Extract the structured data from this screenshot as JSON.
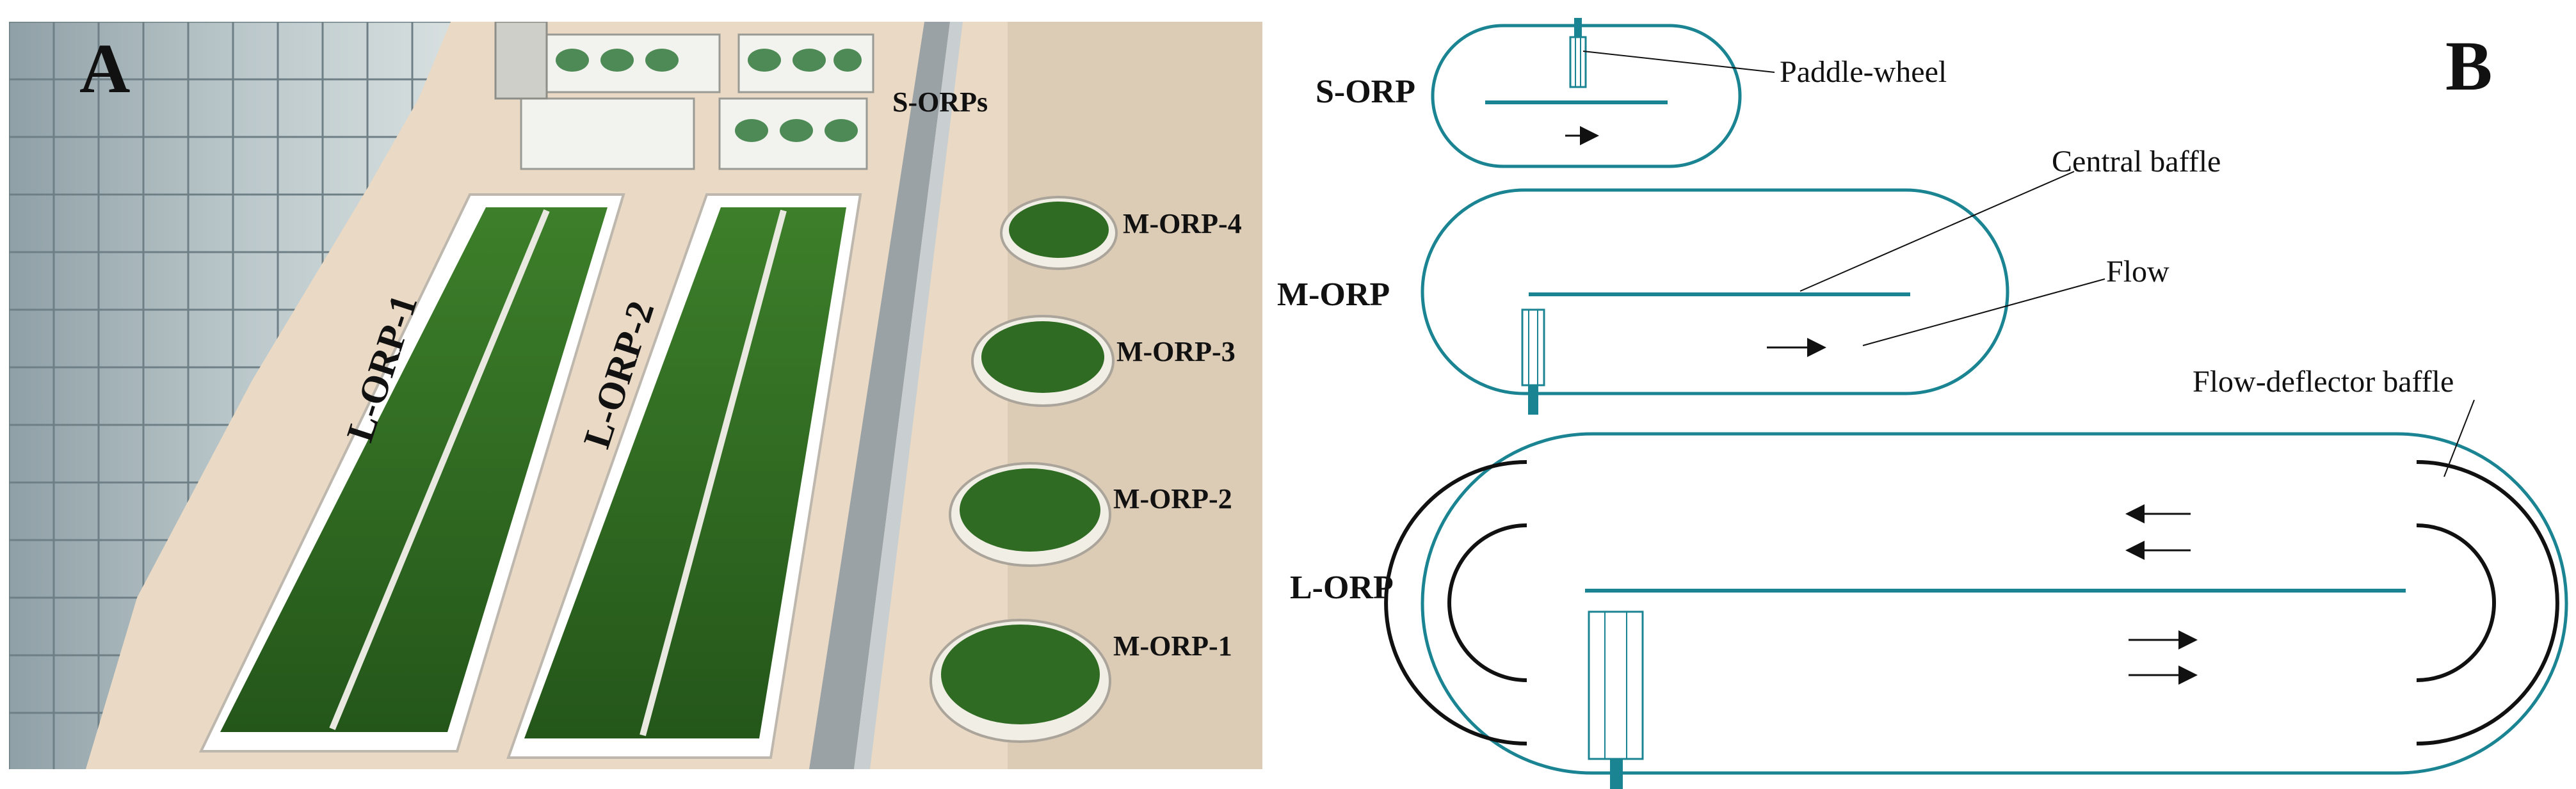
{
  "panel_a": {
    "letter": "A",
    "labels": {
      "s_orps": "S-ORPs",
      "l_orp_1": "L-ORP-1",
      "l_orp_2": "L-ORP-2",
      "m_orp_4": "M-ORP-4",
      "m_orp_3": "M-ORP-3",
      "m_orp_2": "M-ORP-2",
      "m_orp_1": "M-ORP-1"
    }
  },
  "panel_b": {
    "letter": "B",
    "ponds": {
      "s_orp": "S-ORP",
      "m_orp": "M-ORP",
      "l_orp": "L-ORP"
    },
    "callouts": {
      "paddle_wheel": "Paddle-wheel",
      "central_baffle": "Central baffle",
      "flow": "Flow",
      "flow_deflector_baffle": "Flow-deflector baffle"
    }
  },
  "colors": {
    "pond_outline": "#1b8493",
    "algae": "#2f6e22",
    "ground": "#ead9c4"
  }
}
